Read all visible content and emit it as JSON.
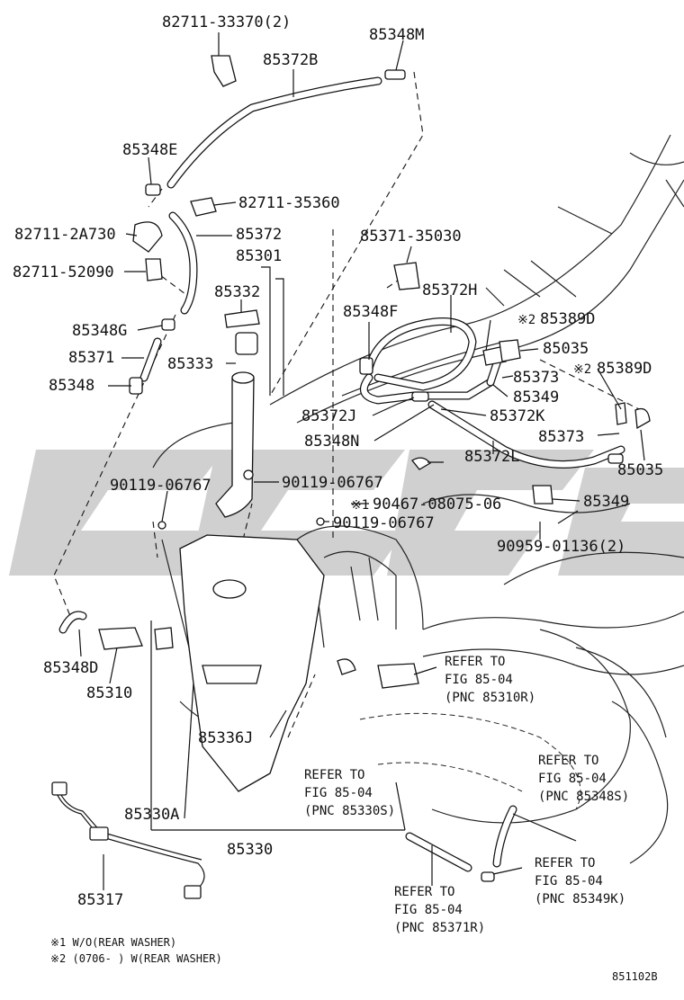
{
  "diagram_id": "851102B",
  "labels": {
    "p82711_33370": "82711-33370(2)",
    "p85348M": "85348M",
    "p85372B": "85372B",
    "p85348E": "85348E",
    "p82711_35360": "82711-35360",
    "p82711_2A730": "82711-2A730",
    "p85372": "85372",
    "p85301": "85301",
    "p82711_52090": "82711-52090",
    "p85332": "85332",
    "p85348G": "85348G",
    "p85371": "85371",
    "p85333": "85333",
    "p85348": "85348",
    "p85371_35030": "85371-35030",
    "p85372H": "85372H",
    "p85348F": "85348F",
    "p85389D_a": "85389D",
    "p85035_a": "85035",
    "p85373_a": "85373",
    "p85389D_b": "85389D",
    "p85349_a": "85349",
    "p85372J": "85372J",
    "p85372K": "85372K",
    "p85348N": "85348N",
    "p85373_b": "85373",
    "p85035_b": "85035",
    "p85372L": "85372L",
    "p90119_06767_a": "90119-06767",
    "p90119_06767_b": "90119-06767",
    "p90467": "90467-08075-06",
    "p85349_b": "85349",
    "p90119_06767_c": "90119-06767",
    "p90959": "90959-01136(2)",
    "p85348D": "85348D",
    "p85310": "85310",
    "p85336J": "85336J",
    "p85330A": "85330A",
    "p85330": "85330",
    "p85317": "85317"
  },
  "markers": {
    "m1": "※1",
    "m2a": "※2",
    "m2b": "※2"
  },
  "refers": {
    "r1": [
      "REFER TO",
      "FIG 85-04",
      "(PNC 85310R)"
    ],
    "r2": [
      "REFER TO",
      "FIG 85-04",
      "(PNC 85330S)"
    ],
    "r3": [
      "REFER TO",
      "FIG 85-04",
      "(PNC 85348S)"
    ],
    "r4": [
      "REFER TO",
      "FIG 85-04",
      "(PNC 85349K)"
    ],
    "r5": [
      "REFER TO",
      "FIG 85-04",
      "(PNC 85371R)"
    ]
  },
  "footnotes": {
    "n1": "※1 W/O(REAR WASHER)",
    "n2": "※2 (0706-    ) W(REAR WASHER)"
  }
}
